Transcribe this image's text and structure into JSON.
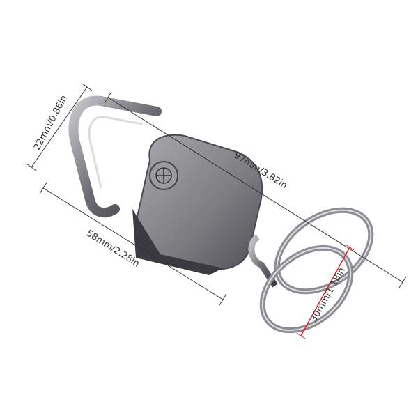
{
  "dimensions": {
    "width": "22mm/0.86in",
    "length": "97mm/3.82in",
    "body_length": "58mm/2.28in",
    "ring_diameter": "30mm/1.18in"
  },
  "colors": {
    "dimension_line": "#333333",
    "ring_dimension_line": "#e02020",
    "metal": "#8a8a90"
  }
}
